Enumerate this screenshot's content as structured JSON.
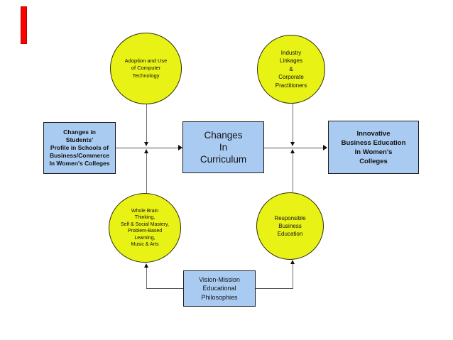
{
  "diagram": {
    "title_hint": "Changes In Curriculum concept diagram",
    "colors": {
      "circle_fill": "#e9f215",
      "box_fill": "#a9cbf2",
      "accent_red": "#fe0000",
      "connector": "#4f4f4f",
      "background": "#ffffff"
    },
    "center_box": {
      "lines": [
        "Changes",
        "In",
        "Curriculum"
      ]
    },
    "left_box": {
      "lines": [
        "Changes in",
        "Students'",
        "Profile in Schools of",
        "Business/Commerce",
        "In Women's Colleges"
      ]
    },
    "right_box": {
      "lines": [
        "Innovative",
        "Business Education",
        "In Women's",
        "Colleges"
      ]
    },
    "bottom_box": {
      "lines": [
        "Vision-Mission",
        "Educational",
        "Philosophies"
      ]
    },
    "circle_top_left": {
      "lines": [
        "Adoption and Use",
        "of Computer",
        "Technology"
      ]
    },
    "circle_top_right": {
      "lines": [
        "Industry",
        "Linkages",
        "&",
        "Corporate",
        "Practitioners"
      ]
    },
    "circle_bottom_left": {
      "lines": [
        "Whole Brain",
        "Thinking,",
        "Self & Social Mastery,",
        "Problem-Based",
        "Learning,",
        "Music & Arts"
      ]
    },
    "circle_bottom_right": {
      "lines": [
        "Responsible",
        "Business",
        "Education"
      ]
    }
  }
}
